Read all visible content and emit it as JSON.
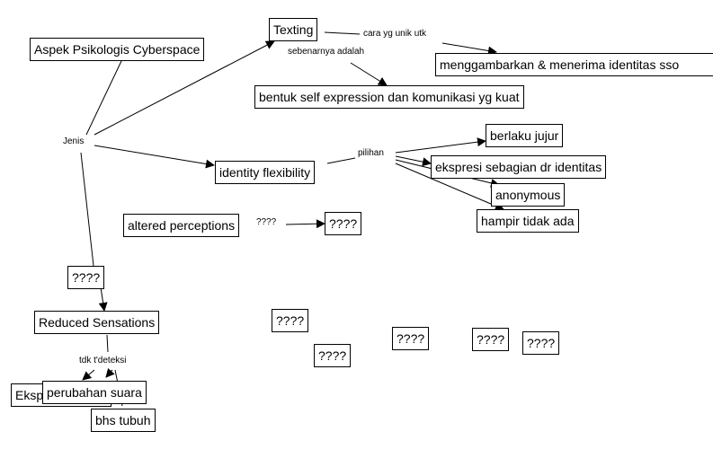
{
  "nodes": {
    "root": "Aspek Psikologis Cyberspace",
    "texting": "Texting",
    "menggambarkan": "menggambarkan & menerima identitas sso",
    "bentuk": "bentuk self expression dan komunikasi yg kuat",
    "identity": "identity flexibility",
    "jujur": "berlaku jujur",
    "ekspresi": "ekspresi sebagian dr identitas",
    "anonymous": "anonymous",
    "hampir": "hampir tidak ada",
    "altered": "altered perceptions",
    "altered_target": "????",
    "unknown_mid": "????",
    "reduced": "Reduced Sensations",
    "eksp": "Eksp",
    "suara": "perubahan suara",
    "tubuh": "bhs tubuh",
    "q1": "????",
    "q2": "????",
    "q3": "????",
    "q4": "????",
    "q5": "????"
  },
  "links": {
    "jenis": "Jenis",
    "cara": "cara yg unik utk",
    "sebenarnya": "sebenarnya adalah",
    "pilihan": "pilihan",
    "altered_link": "????",
    "tdk": "tdk t'deteksi"
  }
}
